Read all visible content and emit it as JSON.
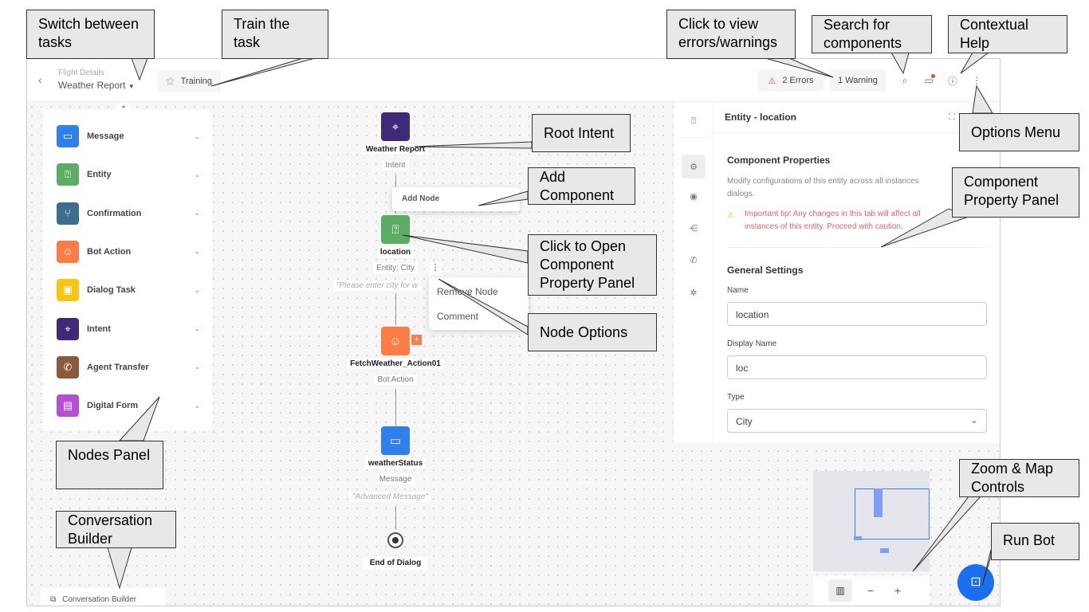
{
  "header": {
    "breadcrumb": "Flight Details",
    "task_name": "Weather Report",
    "training_label": "Training",
    "errors_label": "2 Errors",
    "warnings_label": "1 Warning",
    "error_color": "#f04438"
  },
  "nodes_panel": {
    "items": [
      {
        "label": "Message",
        "icon": "message-icon",
        "color": "#2f80ed"
      },
      {
        "label": "Entity",
        "icon": "entity-icon",
        "color": "#5cad64"
      },
      {
        "label": "Confirmation",
        "icon": "confirmation-icon",
        "color": "#3d6e8f"
      },
      {
        "label": "Bot Action",
        "icon": "bot-action-icon",
        "color": "#fb7c45"
      },
      {
        "label": "Dialog Task",
        "icon": "dialog-task-icon",
        "color": "#f8c514"
      },
      {
        "label": "Intent",
        "icon": "intent-icon",
        "color": "#3f2a7a"
      },
      {
        "label": "Agent Transfer",
        "icon": "agent-transfer-icon",
        "color": "#8b5a3c"
      },
      {
        "label": "Digital Form",
        "icon": "digital-form-icon",
        "color": "#b44fd6"
      }
    ]
  },
  "flow": {
    "root": {
      "title": "Weather Report",
      "subtitle": "Intent"
    },
    "add_node_label": "Add Node",
    "entity": {
      "title": "location",
      "subtitle": "Entity: City",
      "prompt": "\"Please enter city for w"
    },
    "node_menu": {
      "remove": "Remove Node",
      "comment": "Comment"
    },
    "action": {
      "title": "FetchWeather_Action01",
      "subtitle": "Bot Action"
    },
    "message": {
      "title": "weatherStatus",
      "subtitle": "Message",
      "prompt": "\"Advanced Message\""
    },
    "end": {
      "title": "End of Dialog"
    }
  },
  "conversation_builder_label": "Conversation Builder",
  "panel": {
    "title": "Entity - location",
    "section_title": "Component Properties",
    "description_line1": "Modify configurations of this entity across all instances",
    "description_line2": "dialogs.",
    "tip_line1": "Important tip! Any changes in this tab will affect all",
    "tip_line2": "instances of this entity. Proceed with caution.",
    "general_settings": "General Settings",
    "name_label": "Name",
    "name_value": "location",
    "display_name_label": "Display Name",
    "display_name_value": "loc",
    "type_label": "Type",
    "type_value": "City"
  },
  "callouts": {
    "switch_tasks": "Switch between tasks",
    "train": "Train the task",
    "errors": "Click to view errors/warnings",
    "search": "Search for components",
    "help": "Contextual Help",
    "options": "Options Menu",
    "root_intent": "Root Intent",
    "add_component": "Add Component",
    "open_panel": "Click to Open Component Property Panel",
    "node_options": "Node Options",
    "property_panel": "Component Property Panel",
    "nodes_panel": "Nodes Panel",
    "conversation_builder": "Conversation Builder",
    "zoom_map": "Zoom & Map Controls",
    "run_bot": "Run Bot"
  }
}
